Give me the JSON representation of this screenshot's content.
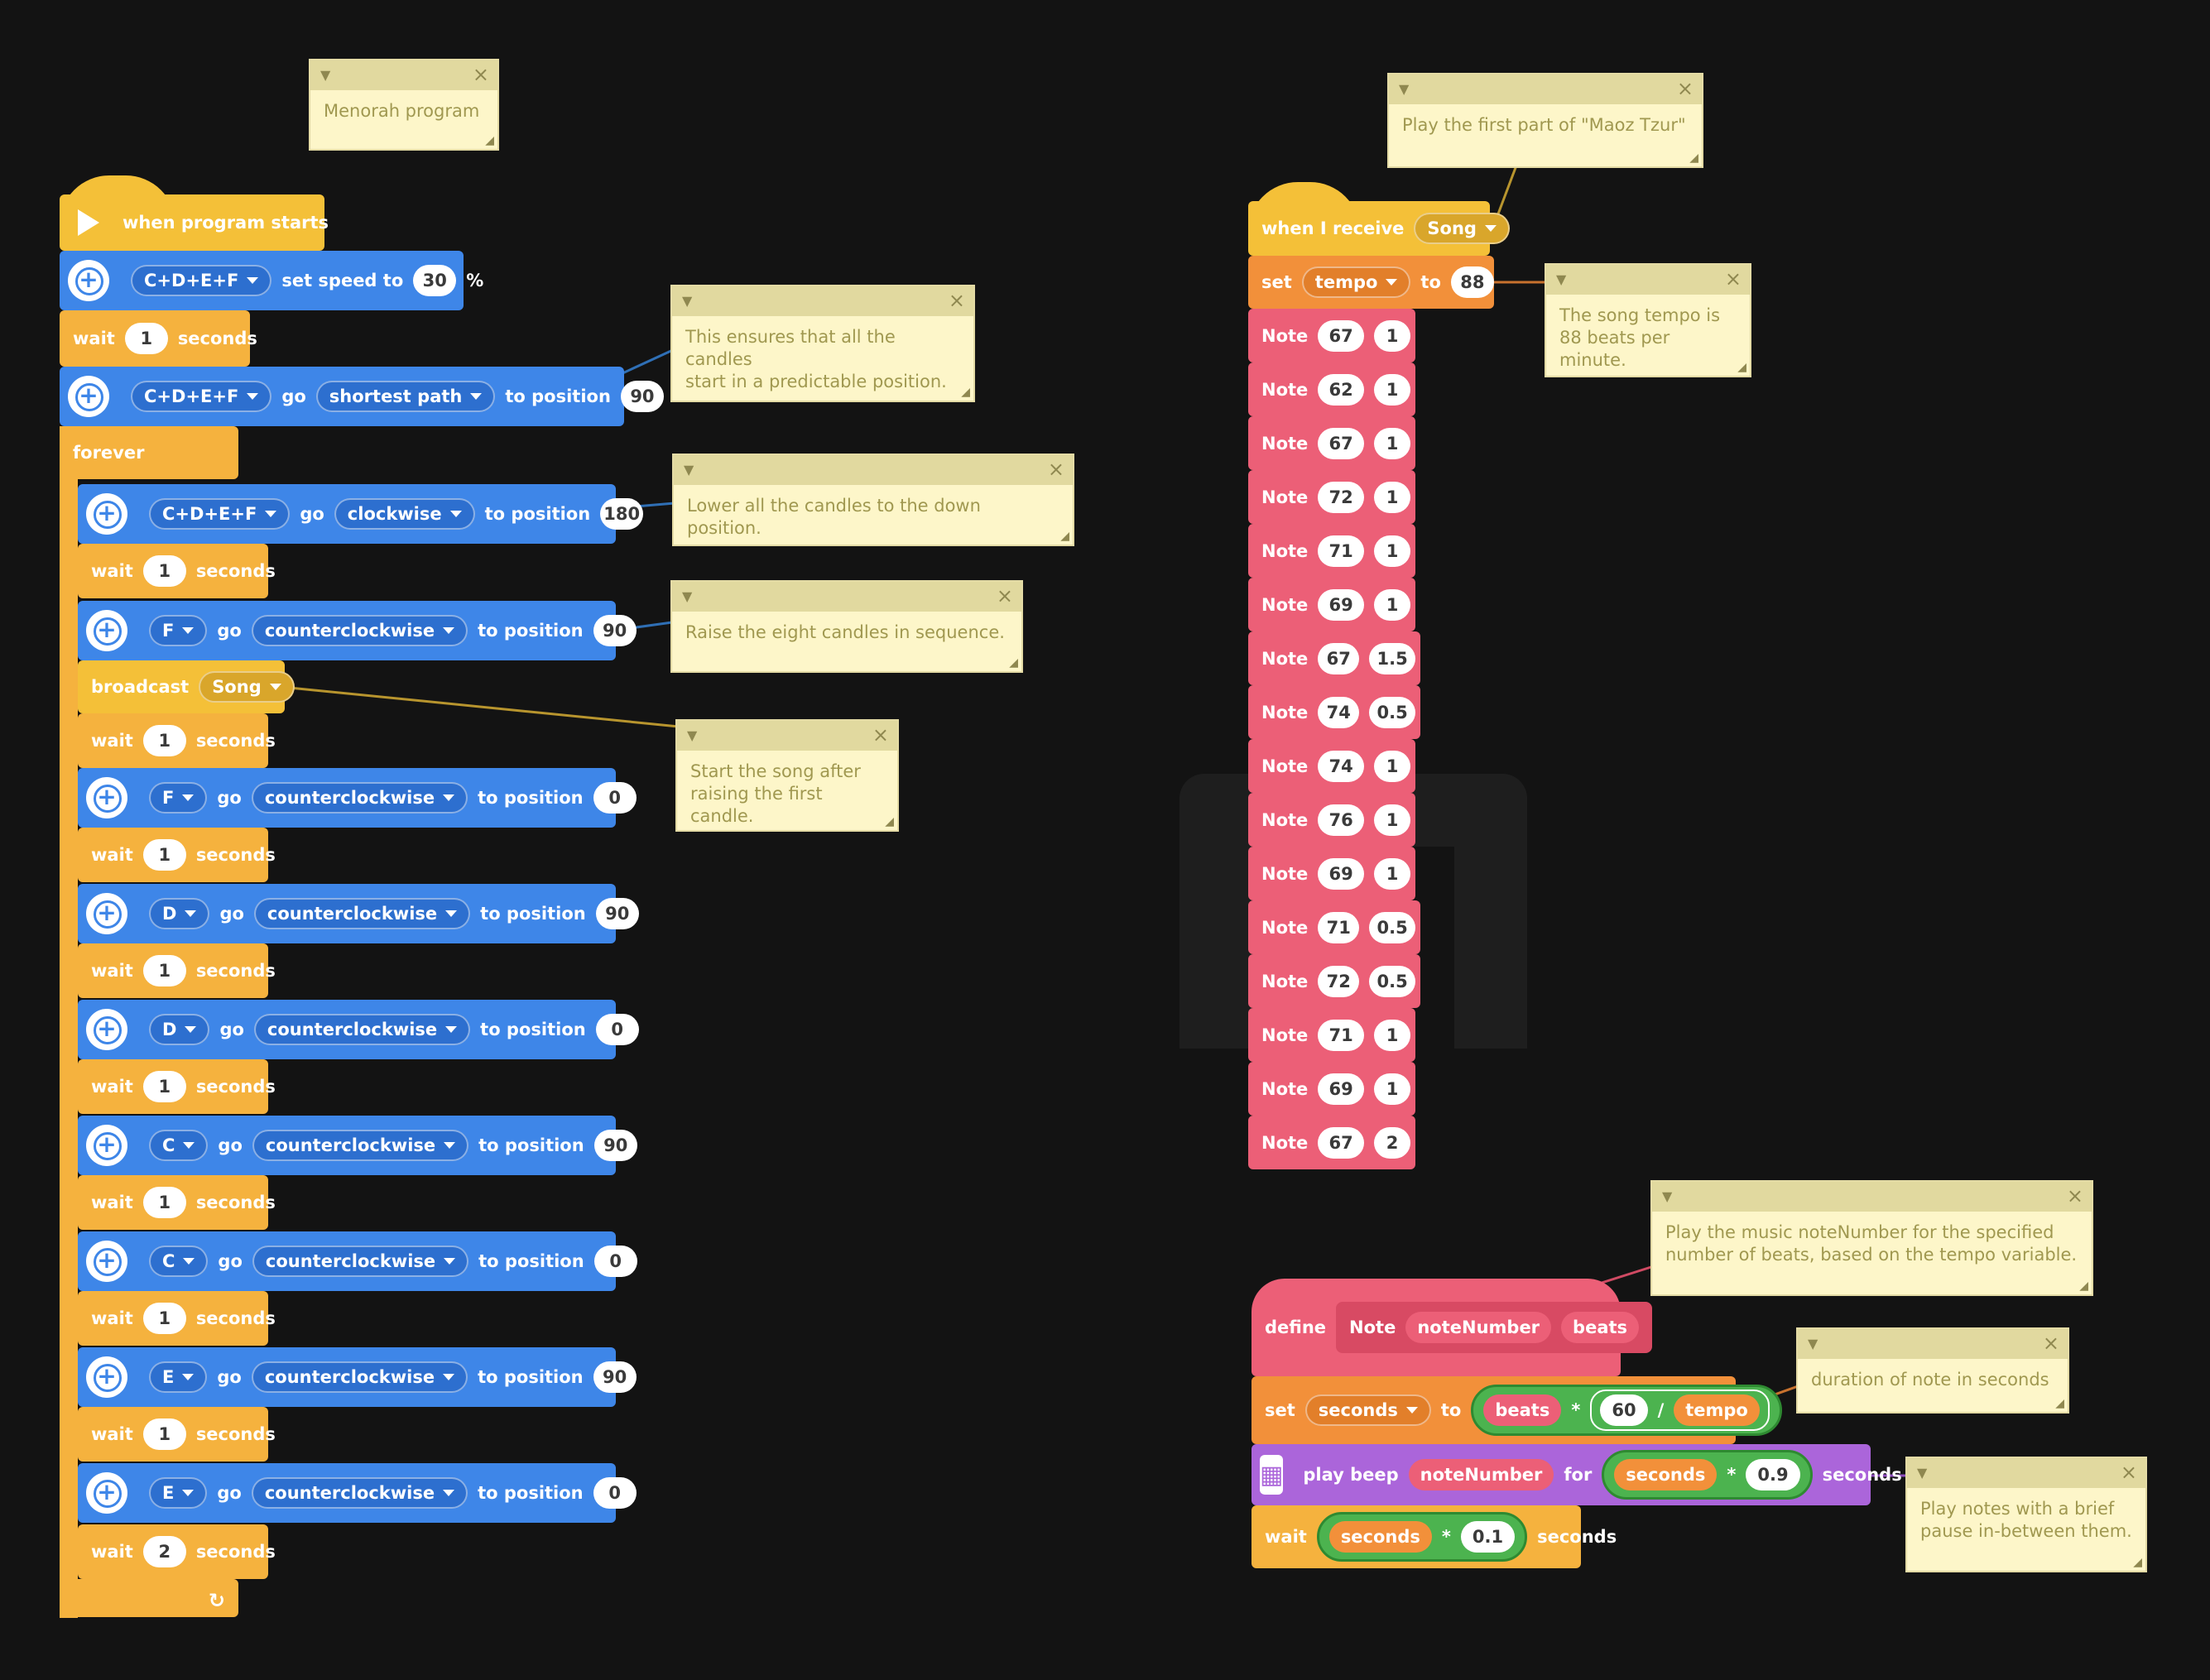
{
  "start": {
    "hat_label": "when program starts",
    "speed_motor": "C+D+E+F",
    "set_speed_label": "set speed to",
    "speed_value": "30",
    "percent": "%",
    "wait_label": "wait",
    "wait_value": "1",
    "seconds_label": "seconds",
    "go_motor": "C+D+E+F",
    "go_label": "go",
    "path": "shortest path",
    "to_position_label": "to position",
    "position_value": "90",
    "forever_label": "forever"
  },
  "loop": {
    "wait_label": "wait",
    "seconds_label": "seconds",
    "go_label": "go",
    "to_position_label": "to position",
    "broadcast_label": "broadcast",
    "broadcast_msg": "Song",
    "motor_rows": [
      {
        "motor": "C+D+E+F",
        "direction": "clockwise",
        "position": "180",
        "wait": "1"
      },
      {
        "motor": "F",
        "direction": "counterclockwise",
        "position": "90",
        "wait": null
      },
      {
        "motor": "F",
        "direction": "counterclockwise",
        "position": "0",
        "wait": "1"
      },
      {
        "motor": "D",
        "direction": "counterclockwise",
        "position": "90",
        "wait": "1"
      },
      {
        "motor": "D",
        "direction": "counterclockwise",
        "position": "0",
        "wait": "1"
      },
      {
        "motor": "C",
        "direction": "counterclockwise",
        "position": "90",
        "wait": "1"
      },
      {
        "motor": "C",
        "direction": "counterclockwise",
        "position": "0",
        "wait": "1"
      },
      {
        "motor": "E",
        "direction": "counterclockwise",
        "position": "90",
        "wait": "1"
      },
      {
        "motor": "E",
        "direction": "counterclockwise",
        "position": "0",
        "wait": "2"
      }
    ],
    "after_broadcast_wait": "1"
  },
  "song": {
    "receive_label": "when I receive",
    "receive_msg": "Song",
    "set_label": "set",
    "variable": "tempo",
    "to_label": "to",
    "tempo_value": "88",
    "note_label": "Note",
    "notes": [
      [
        "67",
        "1"
      ],
      [
        "62",
        "1"
      ],
      [
        "67",
        "1"
      ],
      [
        "72",
        "1"
      ],
      [
        "71",
        "1"
      ],
      [
        "69",
        "1"
      ],
      [
        "67",
        "1.5"
      ],
      [
        "74",
        "0.5"
      ],
      [
        "74",
        "1"
      ],
      [
        "76",
        "1"
      ],
      [
        "69",
        "1"
      ],
      [
        "71",
        "0.5"
      ],
      [
        "72",
        "0.5"
      ],
      [
        "71",
        "1"
      ],
      [
        "69",
        "1"
      ],
      [
        "67",
        "2"
      ]
    ]
  },
  "define": {
    "define_label": "define",
    "name": "Note",
    "param1": "noteNumber",
    "param2": "beats",
    "set_label": "set",
    "var": "seconds",
    "to_label": "to",
    "beats": "beats",
    "mult": "*",
    "sixty": "60",
    "div": "/",
    "tempo": "tempo",
    "play_label": "play beep",
    "note_number": "noteNumber",
    "for_label": "for",
    "seconds_var": "seconds",
    "factor": "0.9",
    "seconds_label": "seconds",
    "wait_label": "wait",
    "wait_factor": "0.1"
  },
  "comments": [
    "Menorah program",
    "This ensures that all the candles\nstart in a predictable position.",
    "Lower all the candles to the down position.",
    "Raise the eight candles in sequence.",
    "Start the song after\nraising the first candle.",
    "Play the first part of \"Maoz Tzur\"",
    "The song tempo is\n88 beats per minute.",
    "Play the music noteNumber for the specified\nnumber of beats, based on the tempo variable.",
    "duration of note in seconds",
    "Play notes with a brief\npause in-between them."
  ],
  "colors": {
    "background": "#131313",
    "events": "#f4c038",
    "control": "#f5b23e",
    "motors": "#3e86e8",
    "myblocks": "#ec5f77",
    "variables": "#f2903a",
    "sound": "#ab65da",
    "comment": "#fdf6c9"
  }
}
